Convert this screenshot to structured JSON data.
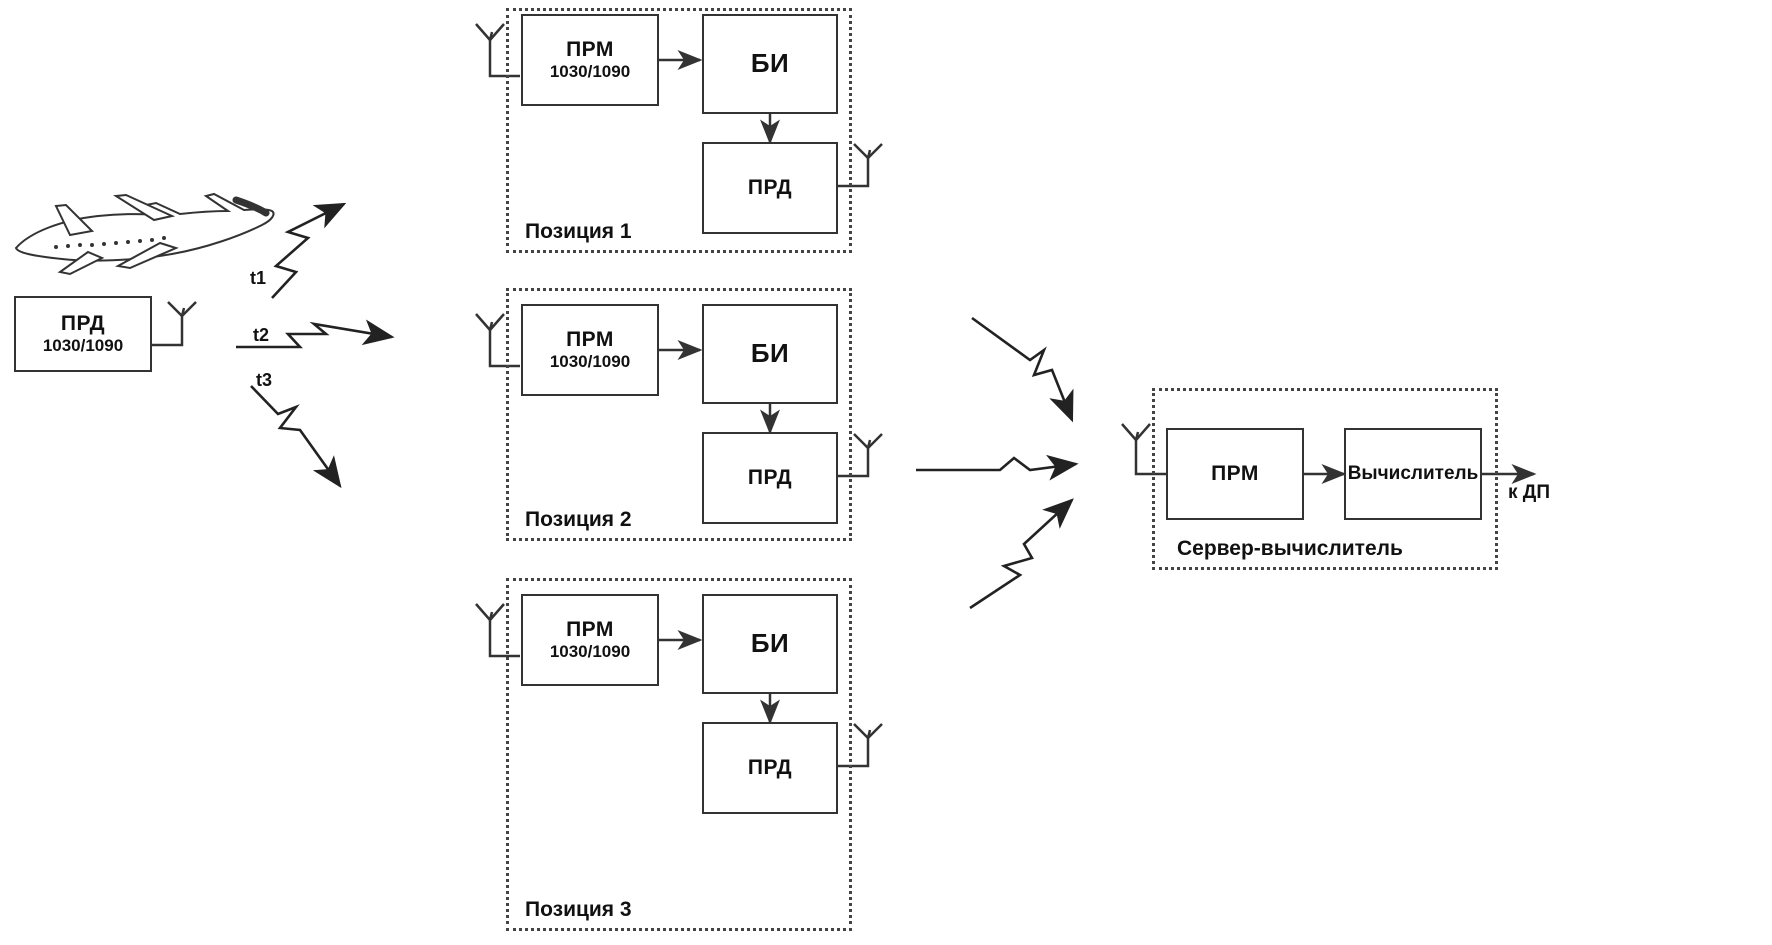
{
  "diagram": {
    "title": "Multilateration (MLAT) system block diagram",
    "language": "ru",
    "colors": {
      "line": "#333333",
      "text": "#111111",
      "background": "#ffffff",
      "group_border": "#444444"
    }
  },
  "aircraft": {
    "icon": "airplane-icon",
    "label": ""
  },
  "transmitter": {
    "name": "ground-transmitter",
    "line1": "ПРД",
    "line2": "1030/1090",
    "antenna": "antenna-icon"
  },
  "signal_paths": [
    {
      "id": "t1",
      "label": "t1",
      "direction": "up-right"
    },
    {
      "id": "t2",
      "label": "t2",
      "direction": "right"
    },
    {
      "id": "t3",
      "label": "t3",
      "direction": "down-right"
    }
  ],
  "positions": [
    {
      "id": "position-1",
      "label": "Позиция 1",
      "rx_antenna": "antenna-icon",
      "receiver": {
        "line1": "ПРМ",
        "line2": "1030/1090"
      },
      "processor": {
        "line1": "БИ"
      },
      "transmitter": {
        "line1": "ПРД"
      },
      "tx_antenna": "antenna-icon"
    },
    {
      "id": "position-2",
      "label": "Позиция 2",
      "rx_antenna": "antenna-icon",
      "receiver": {
        "line1": "ПРМ",
        "line2": "1030/1090"
      },
      "processor": {
        "line1": "БИ"
      },
      "transmitter": {
        "line1": "ПРД"
      },
      "tx_antenna": "antenna-icon"
    },
    {
      "id": "position-3",
      "label": "Позиция 3",
      "rx_antenna": "antenna-icon",
      "receiver": {
        "line1": "ПРМ",
        "line2": "1030/1090"
      },
      "processor": {
        "line1": "БИ"
      },
      "transmitter": {
        "line1": "ПРД"
      },
      "tx_antenna": "antenna-icon"
    }
  ],
  "uplinks": [
    {
      "id": "uplink-from-position-1",
      "direction": "down-right"
    },
    {
      "id": "uplink-from-position-2",
      "direction": "right"
    },
    {
      "id": "uplink-from-position-3",
      "direction": "up-right"
    }
  ],
  "server": {
    "id": "server-group",
    "label": "Сервер-вычислитель",
    "antenna": "antenna-icon",
    "receiver": {
      "line1": "ПРМ"
    },
    "computer": {
      "line1": "Вычислитель"
    },
    "output_label": "к ДП"
  }
}
